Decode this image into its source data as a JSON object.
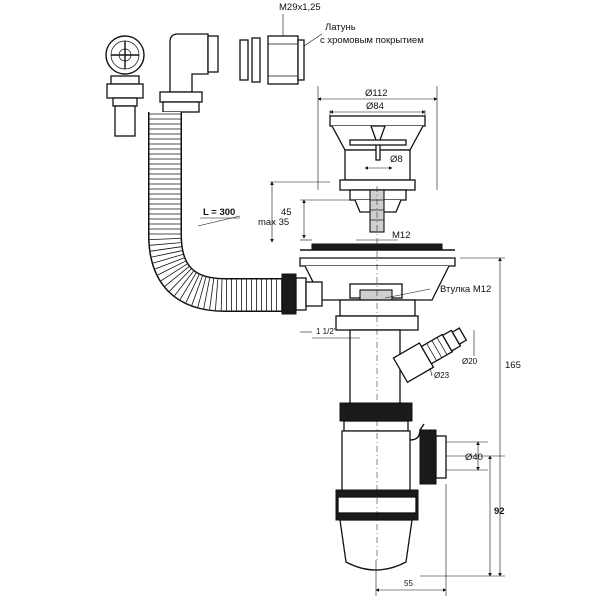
{
  "labels": {
    "thread": "M29x1,25",
    "brass_line1": "Латунь",
    "brass_line2": "с хромовым покрытием",
    "d112": "Ø112",
    "d84": "Ø84",
    "d8": "Ø8",
    "dim45": "45",
    "max35": "max 35",
    "m12": "M12",
    "hose_length": "L = 300",
    "bushing": "Втулка M12",
    "thread_1_5": "1 1/2\"",
    "d20": "Ø20",
    "d23": "Ø23",
    "dim165": "165",
    "d40": "Ø40",
    "dim92": "92",
    "dim55": "55"
  }
}
